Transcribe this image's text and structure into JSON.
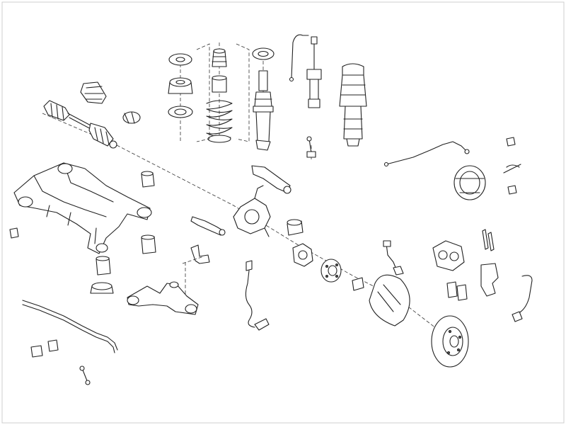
{
  "diagram": {
    "type": "exploded-parts-illustration",
    "colors": {
      "line": "#222222",
      "background": "#ffffff",
      "shade": "#d9d9d9"
    },
    "parts": [
      "rear-subframe",
      "drive-shaft",
      "cv-boot-kit",
      "subframe-bushing",
      "top-mount",
      "bump-stop",
      "coil-spring",
      "shock-absorber",
      "electronic-damper",
      "air-spring",
      "wheel-carrier",
      "wheel-hub",
      "brake-disc",
      "brake-caliper",
      "brake-pads",
      "parking-brake-shoes",
      "handbrake-cable",
      "abs-sensor",
      "wear-sensor",
      "stabilizer-bar",
      "control-arm",
      "trailing-arm",
      "brake-hose"
    ]
  }
}
